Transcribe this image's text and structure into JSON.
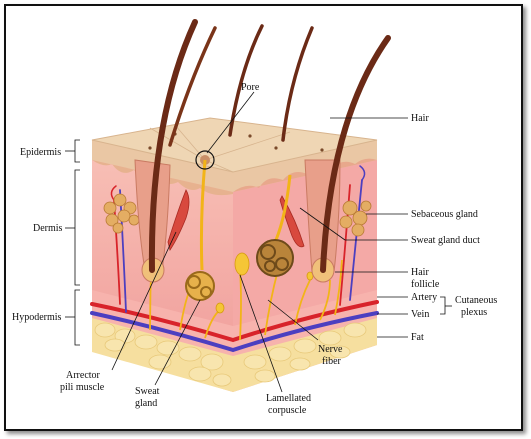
{
  "labels": {
    "pore": "Pore",
    "hair": "Hair",
    "epidermis": "Epidermis",
    "dermis": "Dermis",
    "hypodermis": "Hypodermis",
    "sebaceous_gland": "Sebaceous gland",
    "sweat_gland_duct": "Sweat gland duct",
    "hair_follicle_1": "Hair",
    "hair_follicle_2": "follicle",
    "artery": "Artery",
    "vein": "Vein",
    "cutaneous_1": "Cutaneous",
    "cutaneous_2": "plexus",
    "fat": "Fat",
    "nerve_1": "Nerve",
    "nerve_2": "fiber",
    "lamellated_1": "Lamellated",
    "lamellated_2": "corpuscle",
    "arrector_1": "Arrector",
    "arrector_2": "pili muscle",
    "sweat_gland_1": "Sweat",
    "sweat_gland_2": "gland"
  },
  "colors": {
    "epidermis_top": "#ecd2b0",
    "epidermis_side": "#e7c29f",
    "dermis": "#f3a6a4",
    "dermis_dark": "#e98e8d",
    "fat": "#f5dd9a",
    "hair": "#6b2a16",
    "artery": "#d8232a",
    "vein": "#4c3fc0",
    "nerve": "#f2b418",
    "gland": "#d99a4e"
  }
}
